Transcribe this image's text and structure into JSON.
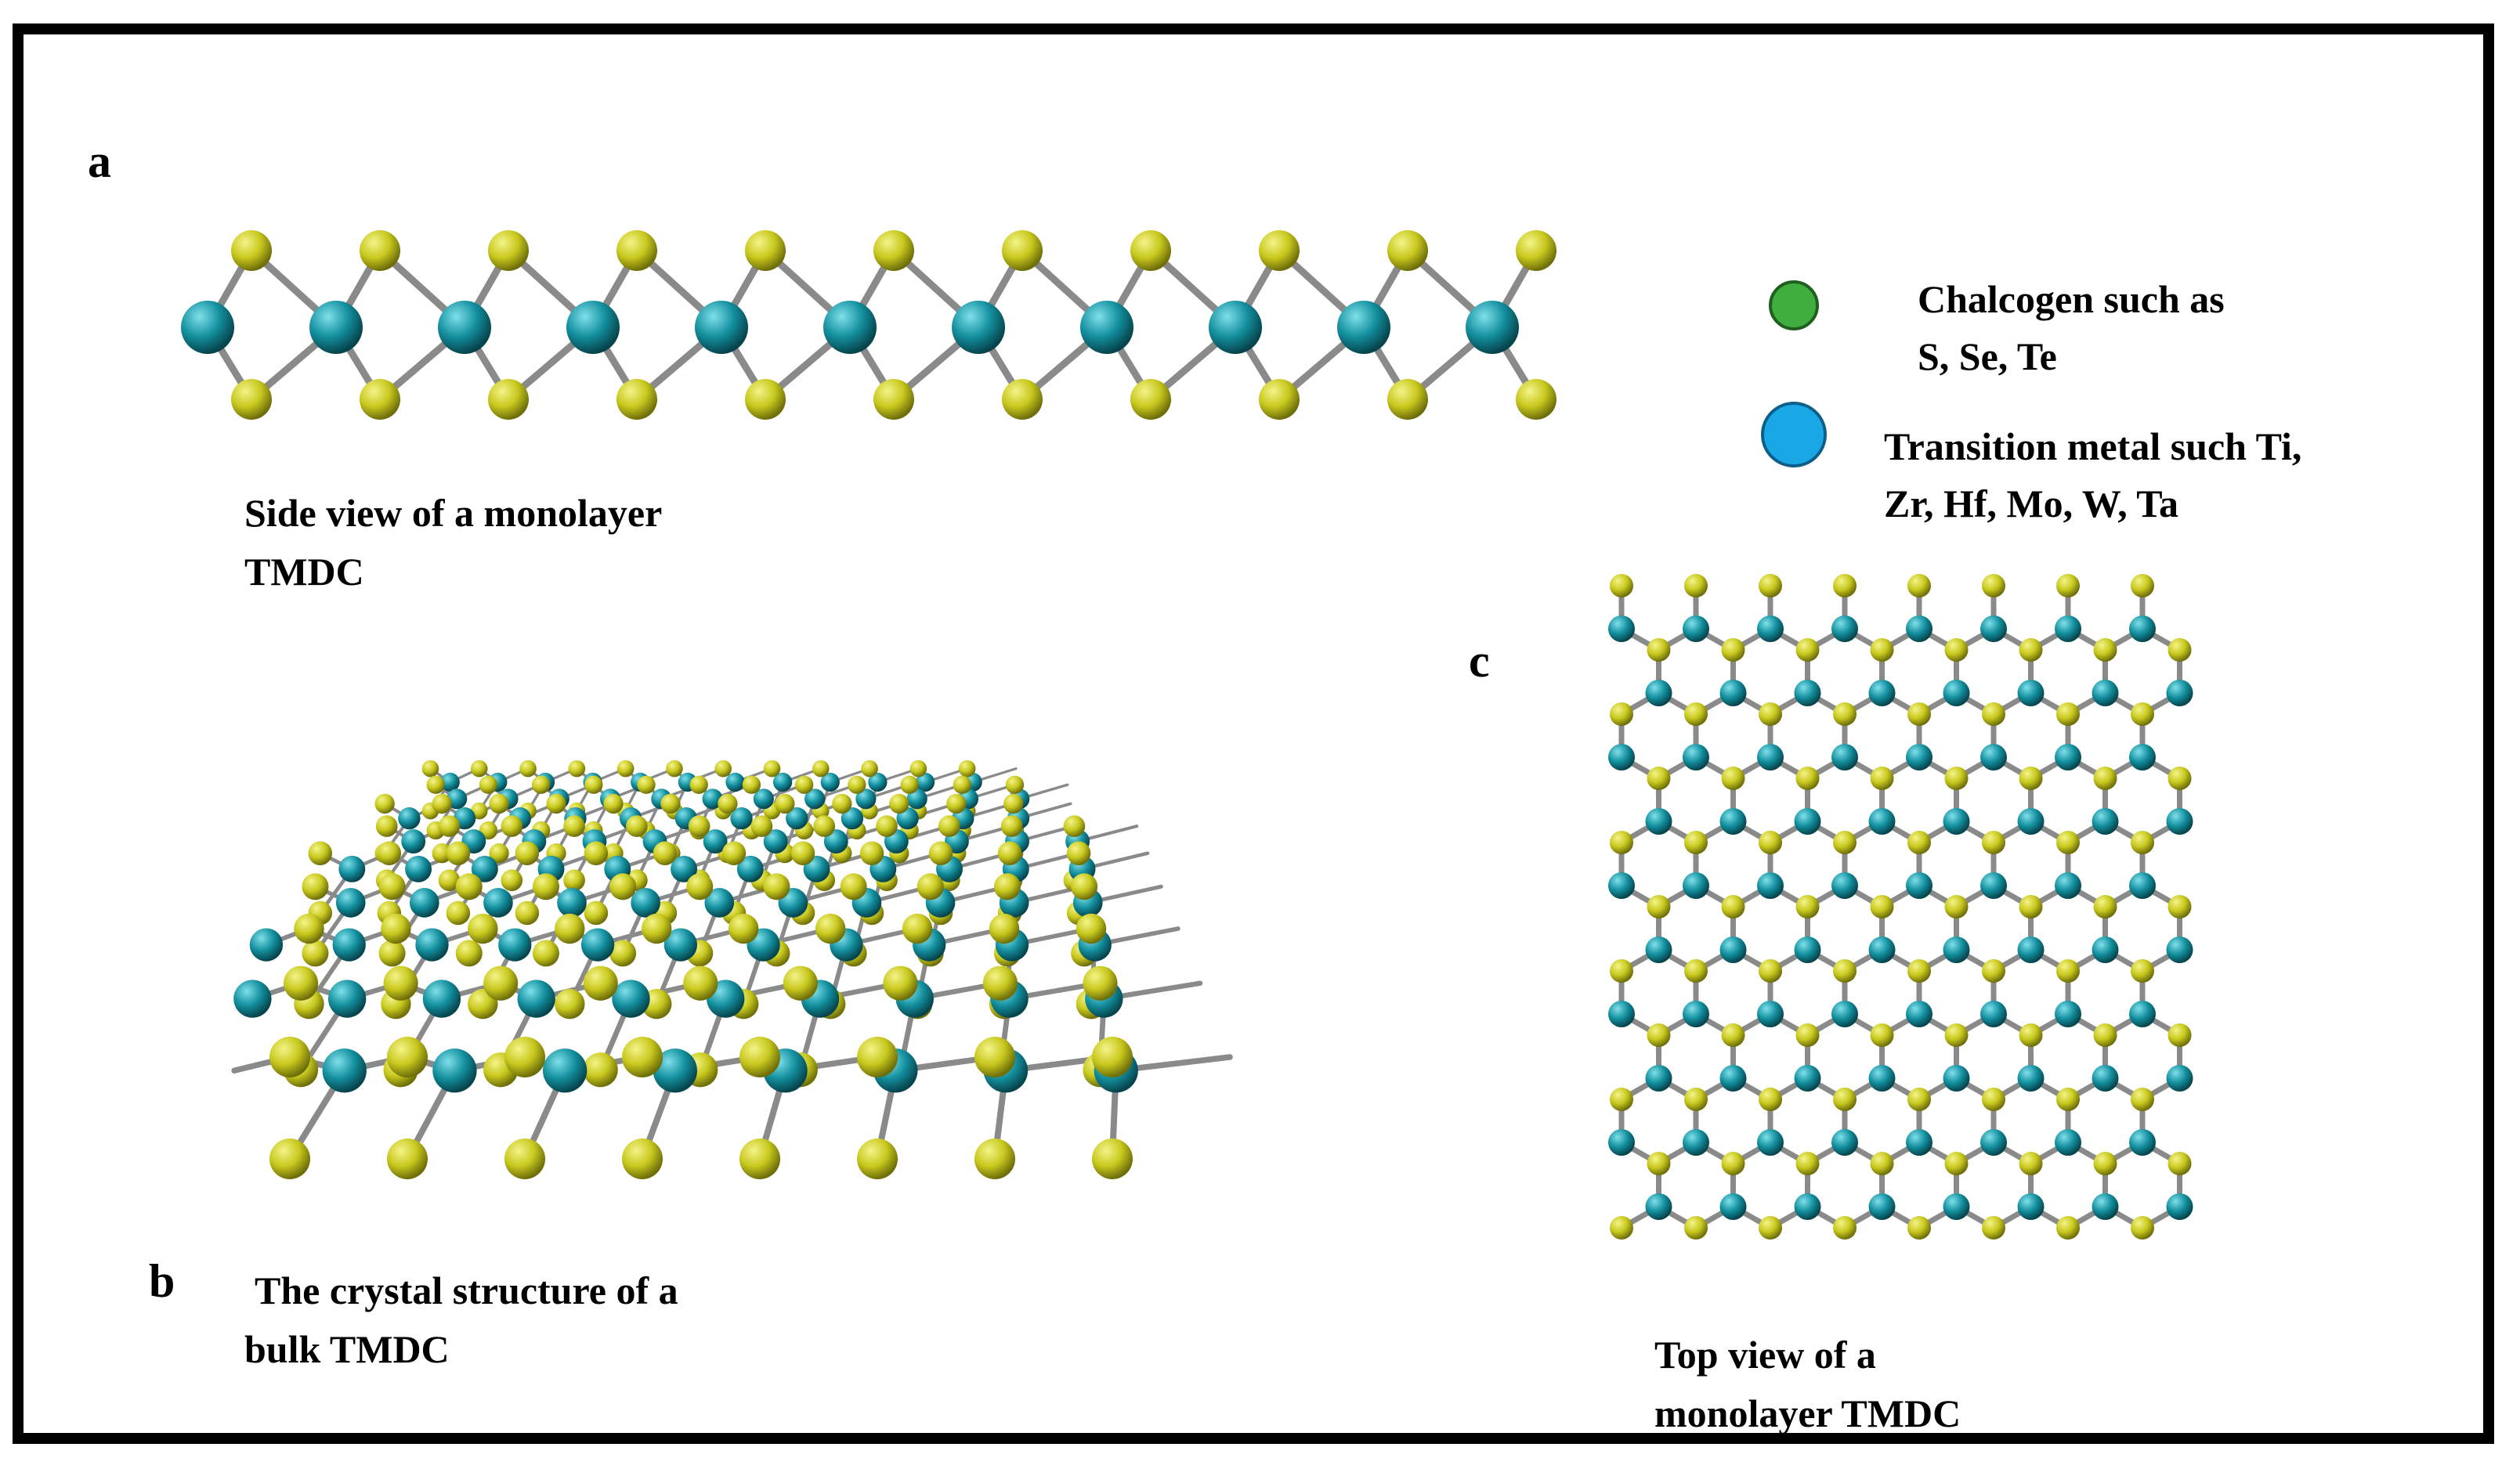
{
  "panels": {
    "a": {
      "letter": "a",
      "caption_line1": "Side view of a monolayer",
      "caption_line2": "TMDC"
    },
    "b": {
      "letter": "b",
      "caption_line1": "The crystal structure  of a",
      "caption_line2": "bulk  TMDC"
    },
    "c": {
      "letter": "c",
      "caption_line1": "Top view of a",
      "caption_line2": "monolayer TMDC"
    }
  },
  "legend": {
    "chalcogen": {
      "line1": "Chalcogen  such  as",
      "line2": "S, Se, Te",
      "color": "#3fae3f"
    },
    "metal": {
      "line1": "Transition metal  such  Ti,",
      "line2": "Zr, Hf, Mo, W, Ta",
      "color": "#1aa7e6"
    }
  },
  "atom_colors": {
    "chalcogen": "#c8c81e",
    "metal": "#138f9e",
    "bond": "#8a8a8a"
  }
}
